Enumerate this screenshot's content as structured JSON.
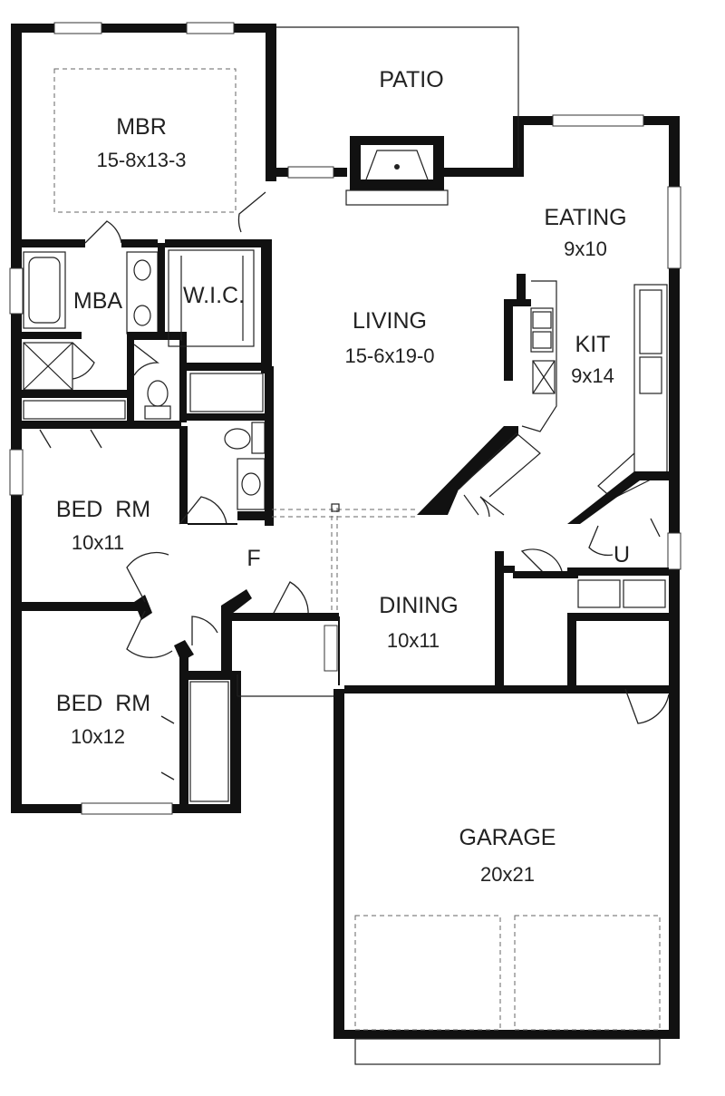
{
  "rooms": {
    "patio": {
      "name": "PATIO"
    },
    "mbr": {
      "name": "MBR",
      "size": "15-8x13-3"
    },
    "mba": {
      "name": "MBA"
    },
    "wic": {
      "name": "W.I.C."
    },
    "living": {
      "name": "LIVING",
      "size": "15-6x19-0"
    },
    "eating": {
      "name": "EATING",
      "size": "9x10"
    },
    "kit": {
      "name": "KIT",
      "size": "9x14"
    },
    "bed1": {
      "name": "BED  RM",
      "size": "10x11"
    },
    "bed2": {
      "name": "BED  RM",
      "size": "10x12"
    },
    "foyer": {
      "name": "F"
    },
    "dining": {
      "name": "DINING",
      "size": "10x11"
    },
    "utility": {
      "name": "U"
    },
    "garage": {
      "name": "GARAGE",
      "size": "20x21"
    }
  },
  "colors": {
    "wall": "#111111",
    "background": "#ffffff"
  }
}
